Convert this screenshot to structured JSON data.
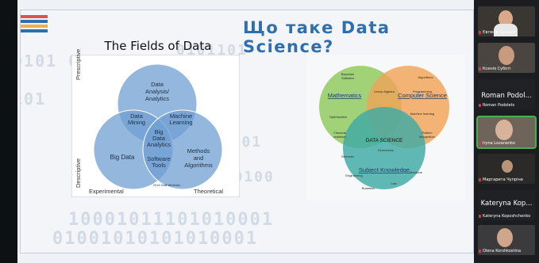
{
  "slide": {
    "title": "Що таке Data Science?",
    "left_diagram": {
      "title": "The Fields of Data Science",
      "circles": [
        "Data Analysis/ Analytics",
        "Big Data",
        "Methods and Algorithms"
      ],
      "overlaps": [
        "Data Mining",
        "Machine Learning",
        "Big Data Analytics",
        "Software Tools"
      ],
      "axis_y_top": "Prescriptive",
      "axis_y_bottom": "Descriptive",
      "axis_x_left": "Experimental",
      "axis_x_right": "Theoretical",
      "footnote": "2018 Dalli Wintemu",
      "color": "#6f9fd1"
    },
    "right_diagram": {
      "circles": [
        {
          "name": "Mathematics",
          "color": "#8dc95b"
        },
        {
          "name": "Computer Science",
          "color": "#f0a458"
        },
        {
          "name": "Subject Knowledge",
          "color": "#3ea9a5"
        }
      ],
      "center": "DATA SCIENCE",
      "terms": {
        "math": [
          "Bayesian Statistics",
          "Optimization",
          "Classical statistics"
        ],
        "math_cs": "Linear Algebra",
        "cs": [
          "Algorithms",
          "Programming",
          "Machine learning"
        ],
        "cs_sk": "Pattern recognition",
        "math_sk": "Sciences",
        "center_extra": "Economics",
        "sk": [
          "Engineering",
          "Medicine",
          "Law",
          "Business"
        ]
      }
    }
  },
  "participants": [
    {
      "name": "Євгеній Брицун",
      "type": "video"
    },
    {
      "name": "Ксенія Суботі",
      "type": "video"
    },
    {
      "name": "Roman Podolets",
      "label": "Roman Podol...",
      "type": "name"
    },
    {
      "name": "Iryna Lozanenko",
      "type": "video",
      "active": true
    },
    {
      "name": "Маргарита Чупріна",
      "type": "video"
    },
    {
      "name": "Kateryna Koposhchenko",
      "label": "Kateryna Kop...",
      "type": "name"
    },
    {
      "name": "Olena Korshkostina",
      "type": "video"
    }
  ]
}
